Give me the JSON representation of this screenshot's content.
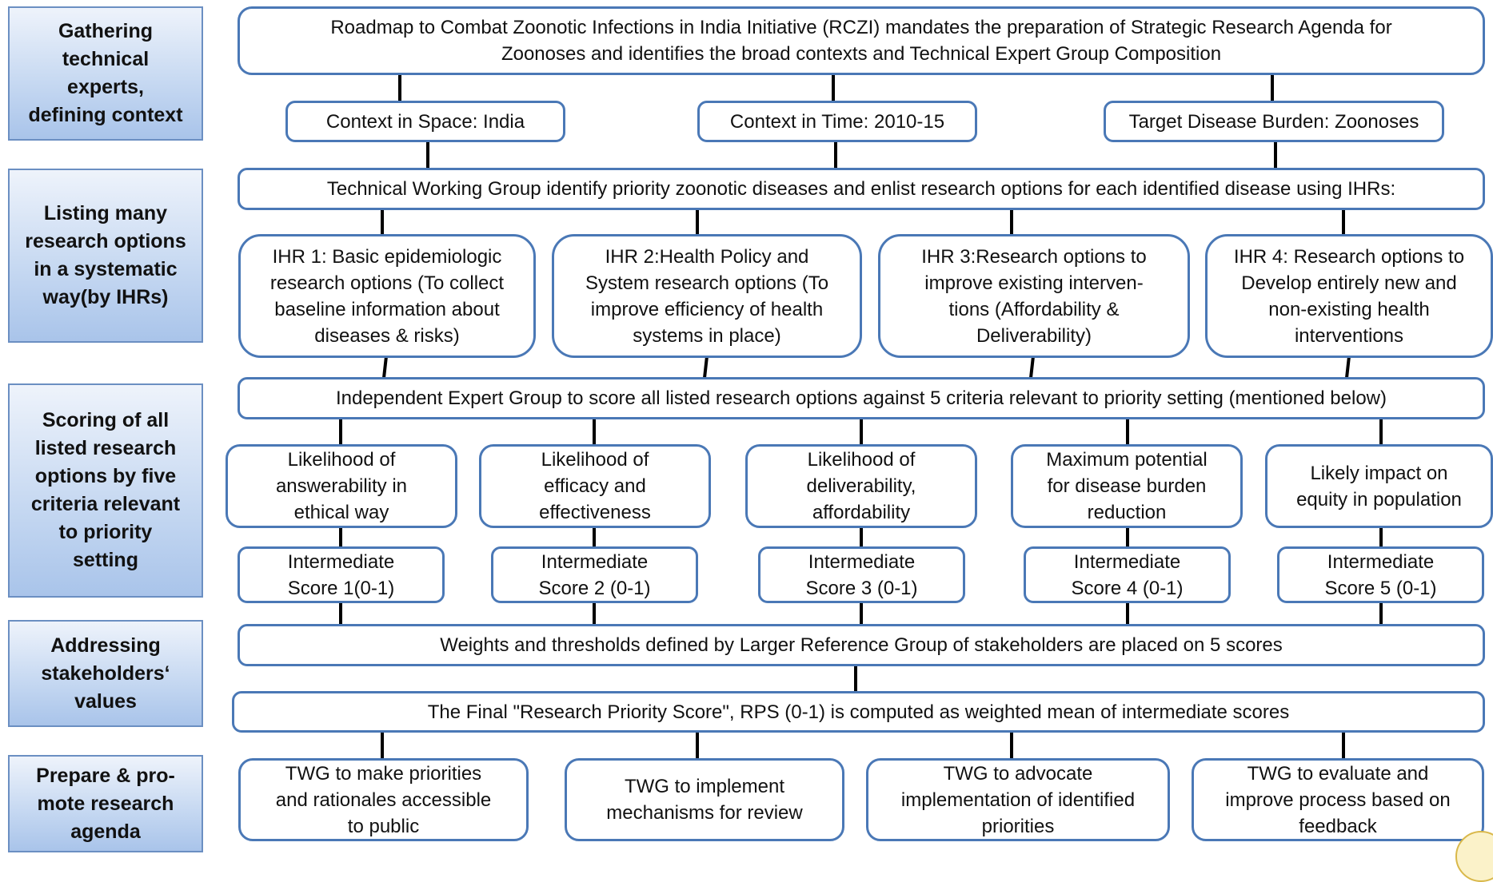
{
  "side_labels": {
    "gathering": "Gathering\ntechnical\nexperts,\ndefining context",
    "listing": "Listing many\nresearch options\nin a systematic\nway(by IHRs)",
    "scoring": "Scoring of all\nlisted research\noptions by five\ncriteria relevant\nto priority\nsetting",
    "addressing": "Addressing\nstakeholders‘\nvalues",
    "prepare": "Prepare & pro-\nmote research\nagenda"
  },
  "roadmap": "Roadmap to Combat Zoonotic Infections in India Initiative (RCZI) mandates the preparation of Strategic Research Agenda for\nZoonoses and identifies the broad contexts and Technical Expert Group Composition",
  "contexts": [
    "Context in Space: India",
    "Context in Time: 2010-15",
    "Target Disease Burden: Zoonoses"
  ],
  "twg_identify": "Technical Working Group identify priority zoonotic diseases and enlist research options  for each identified disease using IHRs:",
  "ihrs": [
    "IHR 1: Basic epidemiologic\nresearch options (To collect\nbaseline information about\ndiseases & risks)",
    "IHR 2:Health Policy and\nSystem research options (To\nimprove efficiency of health\nsystems in place)",
    "IHR 3:Research options to\nimprove existing interven-\ntions (Affordability &\nDeliverability)",
    "IHR 4: Research options to\nDevelop entirely new and\nnon-existing health\ninterventions"
  ],
  "expert_group": "Independent Expert Group to score all listed research options against 5 criteria relevant to priority setting (mentioned below)",
  "criteria": [
    "Likelihood of\nanswerability in\nethical way",
    "Likelihood of\nefficacy and\neffectiveness",
    "Likelihood of\ndeliverability,\naffordability",
    "Maximum potential\nfor disease burden\nreduction",
    "Likely impact on\nequity in population"
  ],
  "scores": [
    "Intermediate\nScore 1(0-1)",
    "Intermediate\nScore 2 (0-1)",
    "Intermediate\nScore 3 (0-1)",
    "Intermediate\nScore 4 (0-1)",
    "Intermediate\nScore 5 (0-1)"
  ],
  "weights": "Weights and thresholds defined by Larger Reference Group of stakeholders are placed on 5 scores",
  "final_rps": "The Final \"Research Priority Score\", RPS (0-1) is computed as weighted mean of intermediate scores",
  "actions": [
    "TWG to make priorities\nand rationales accessible\nto public",
    "TWG to implement\nmechanisms for  review",
    "TWG to advocate\nimplementation of identified\npriorities",
    "TWG to evaluate and\nimprove process based on\nfeedback"
  ],
  "colors": {
    "box_border": "#4a78b6",
    "side_border": "#6b8fc2",
    "side_fill_top": "#eef3fb",
    "side_fill_bottom": "#a9c4ea",
    "connector": "#000000"
  }
}
